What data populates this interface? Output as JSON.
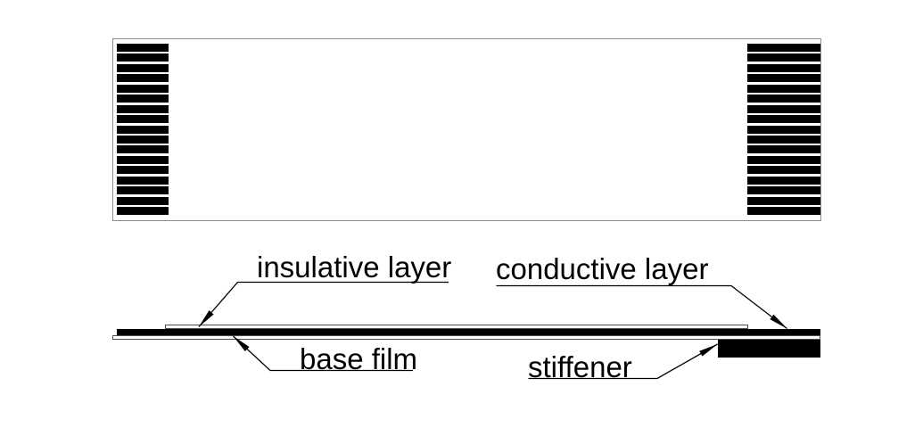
{
  "diagram": {
    "type": "flat-flexible-cable-structure",
    "background": "#ffffff",
    "labels": {
      "insulative_layer": "insulative layer",
      "conductive_layer": "conductive layer",
      "base_film": "base film",
      "stiffener": "stiffener"
    },
    "top_view": {
      "contact_stripes_per_side": 17,
      "stripe_color": "#000000",
      "outline_color": "#8c8c8c"
    },
    "side_view": {
      "line_color": "#000000",
      "layer_fill": "#000000",
      "layer_outline": "#4d4d4d"
    }
  }
}
